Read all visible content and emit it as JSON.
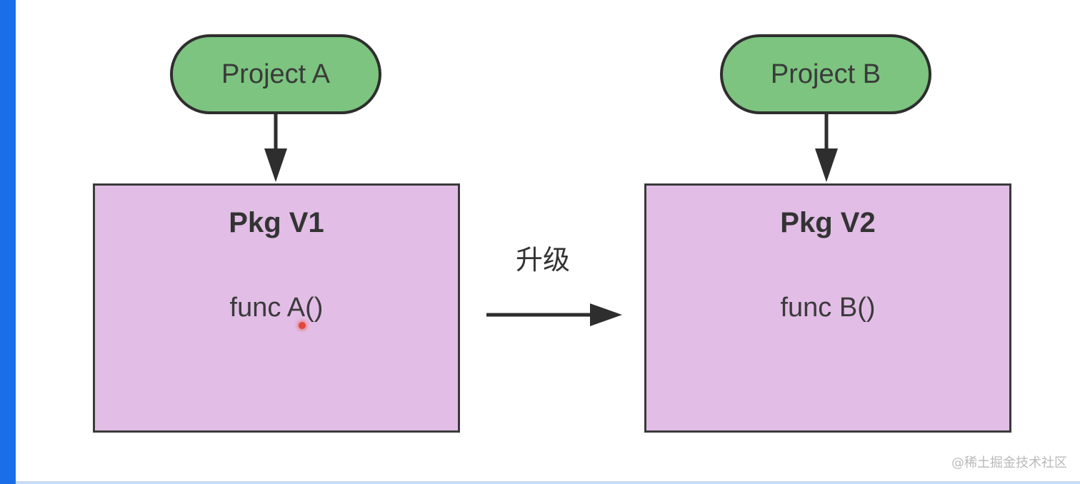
{
  "nodes": {
    "project_a": {
      "label": "Project A"
    },
    "project_b": {
      "label": "Project B"
    },
    "pkg_v1": {
      "title": "Pkg V1",
      "func": "func A()"
    },
    "pkg_v2": {
      "title": "Pkg V2",
      "func": "func B()"
    }
  },
  "edges": {
    "upgrade_label": "升级"
  },
  "watermark": "@稀土掘金技术社区",
  "colors": {
    "pill_fill": "#7cc47f",
    "box_fill": "#e2bde6",
    "stroke": "#2e2e2e",
    "accent_bar": "#1a6fe8"
  }
}
